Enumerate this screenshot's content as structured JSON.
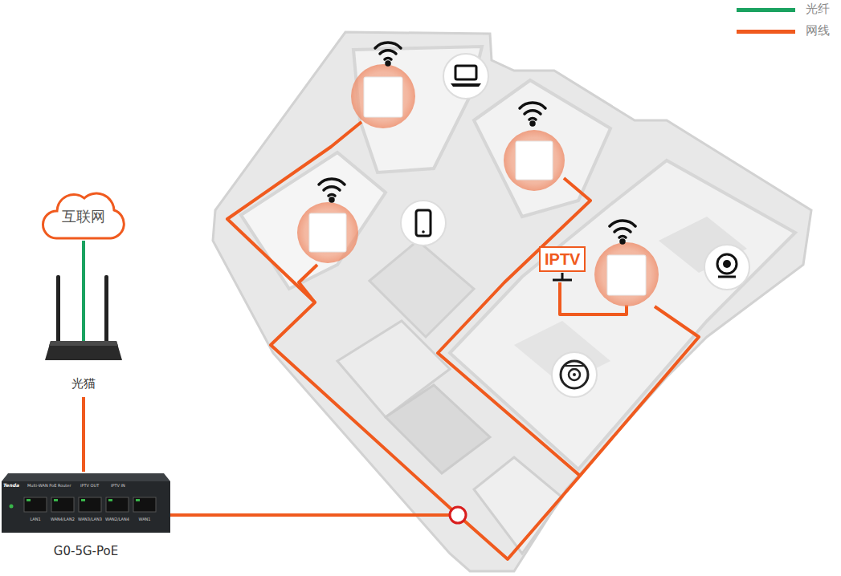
{
  "diagram": {
    "nodes": [
      {
        "text": [
          "互联网"
        ]
      },
      {
        "text": [
          "光猫"
        ]
      },
      {
        "text": [
          "G0-5G-PoE"
        ]
      },
      {
        "text": [
          "IPTV"
        ]
      }
    ],
    "edges": [
      {
        "from": 0,
        "to": 1,
        "arrow": "none"
      },
      {
        "from": 1,
        "to": 2,
        "arrow": "none"
      }
    ],
    "labels": [
      "Tenda",
      "Multi-WAN PoE Router",
      "IPTV OUT",
      "IPTV IN",
      "LAN1",
      "WAN4/LAN2",
      "WAN3/LAN3",
      "WAN2/LAN4",
      "WAN1"
    ],
    "legend": [
      {
        "text": "光纤",
        "color": "#1aa260"
      },
      {
        "text": "网线",
        "color": "#f05a1e"
      }
    ]
  }
}
